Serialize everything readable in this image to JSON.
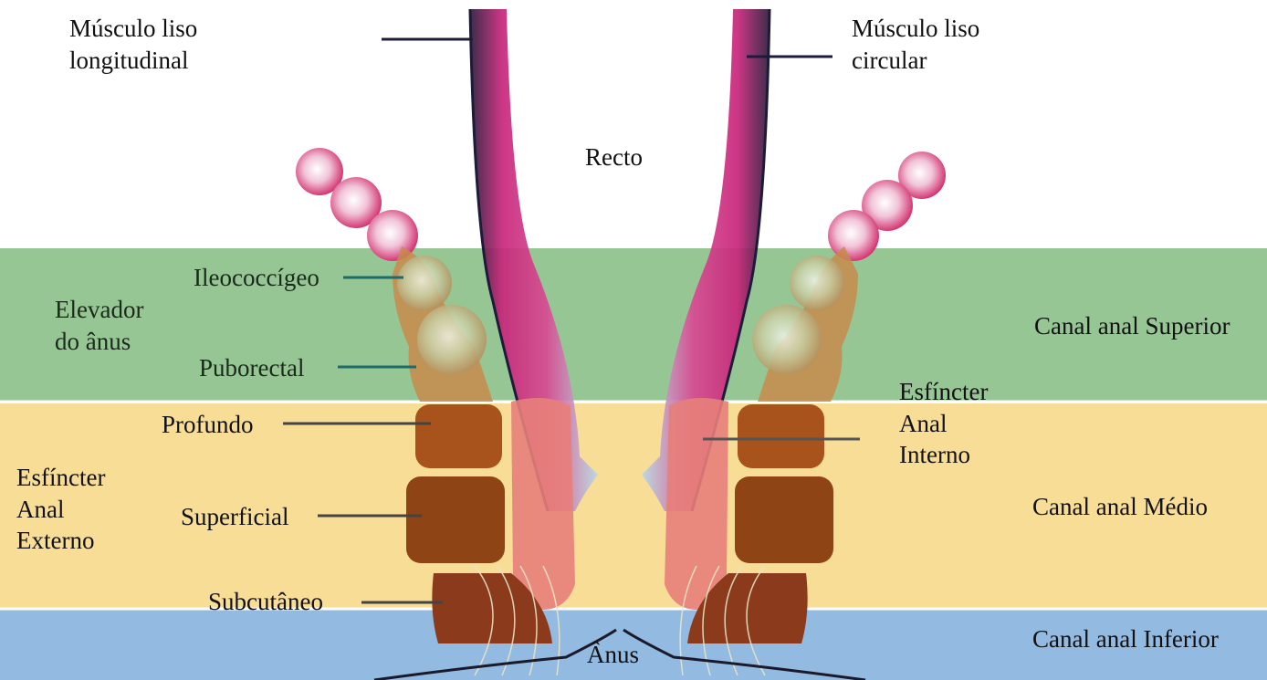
{
  "labels": {
    "longitudinal_muscle": [
      "Músculo liso",
      "longitudinal"
    ],
    "circular_muscle": [
      "Músculo liso",
      "circular"
    ],
    "rectum": "Recto",
    "iliococcygeus": "Ileococcígeo",
    "levator_ani": [
      "Elevador",
      "do ânus"
    ],
    "puborectalis": "Puborectal",
    "deep": "Profundo",
    "external_sphincter": [
      "Esfíncter",
      "Anal",
      "Externo"
    ],
    "superficial": "Superficial",
    "subcutaneous": "Subcutâneo",
    "anus": "Ânus",
    "internal_sphincter": [
      "Esfíncter",
      "Anal",
      "Interno"
    ]
  },
  "zones": {
    "superior": "Canal anal Superior",
    "middle": "Canal anal Médio",
    "inferior": "Canal anal Inferior"
  },
  "colors": {
    "zone_superior": "#8cc08a",
    "zone_middle": "#f7d98c",
    "zone_inferior": "#8db6df",
    "smooth_muscle": "#c8257a",
    "levator": "#c78a4c",
    "external_sphincter": "#a8531c",
    "internal_sphincter": "#e7807a",
    "leader": "#333333",
    "leader_teal": "#1f6b6b"
  }
}
